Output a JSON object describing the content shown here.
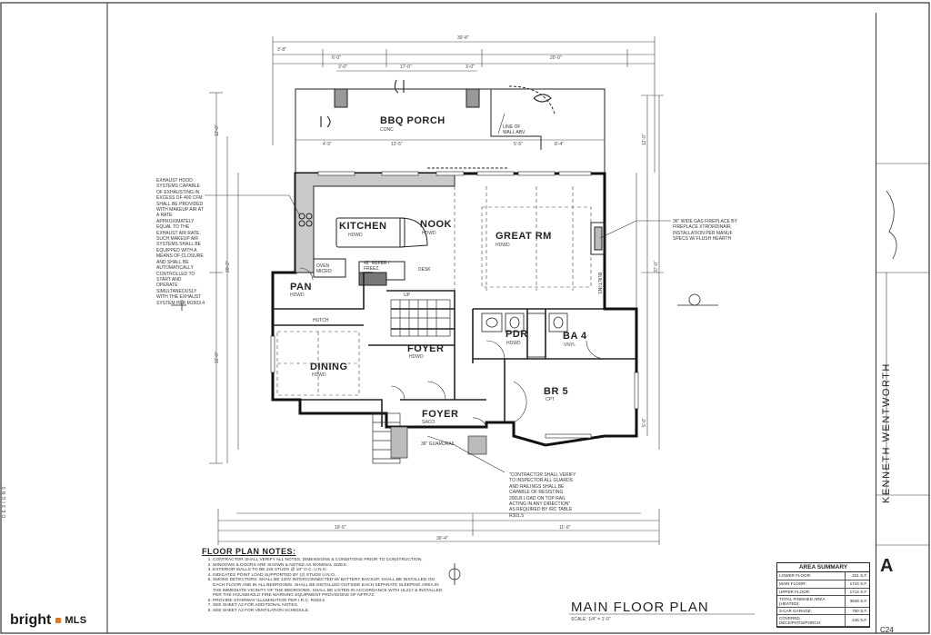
{
  "drawing": {
    "title": "MAIN FLOOR PLAN",
    "scale": "SCALE: 1/4\" = 1'-0\"",
    "designer_vertical": "KENNETH WENTWORTH",
    "side_brand": "DESIGNS",
    "watermark_brand": "bright",
    "watermark_suffix": "MLS",
    "titleblock_label": "A",
    "sheet_code": "C24"
  },
  "rooms": {
    "porch": {
      "name": "BBQ PORCH",
      "sub": "CONC"
    },
    "kitchen": {
      "name": "KITCHEN",
      "sub": "HDWD"
    },
    "nook": {
      "name": "NOOK",
      "sub": "HDWD"
    },
    "great_rm": {
      "name": "GREAT RM",
      "sub": "HDWD"
    },
    "pan": {
      "name": "PAN",
      "sub": "HDWD"
    },
    "pdr": {
      "name": "PDR",
      "sub": "HDWD"
    },
    "ba4": {
      "name": "BA 4",
      "sub": "VNYL"
    },
    "foyer_upper": {
      "name": "FOYER",
      "sub": "HDWD"
    },
    "dining": {
      "name": "DINING",
      "sub": "HDWD"
    },
    "foyer_lower": {
      "name": "FOYER",
      "sub": "SACO"
    },
    "br5": {
      "name": "BR 5",
      "sub": "CPT"
    }
  },
  "dims": {
    "overall_top": "30'-8\"",
    "top_a": "3'-8\"",
    "top_b": "6'-0\"",
    "top_c": "20'-0\"",
    "porch_top": "17'-0\"",
    "porch_l": "3'-0\"",
    "porch_r": "3'-0\"",
    "porch_w1": "4'-5\"",
    "porch_w2": "12'-5\"",
    "porch_w3": "5'-5\"",
    "porch_w4": "8'-4\"",
    "bottom_overall": "30'-4\"",
    "bottom_a": "19'-6\"",
    "bottom_b": "11'-0\"",
    "left_a": "12'-0\"",
    "left_b": "16'-0\"",
    "left_c": "20'-2\"",
    "right_a": "12'-0\"",
    "right_b": "37'-0\"",
    "right_c": "5'-0\""
  },
  "annotations": {
    "exhaust": "EXHAUST HOOD\nSYSTEMS CAPABLE\nOF EXHAUSTING IN\nEXCESS OF 400 CFM\nSHALL BE PROVIDED\nWITH MAKEUP AIR AT\nA RATE\nAPPROXIMATELY\nEQUAL TO THE\nEXHAUST AIR RATE.\nSUCH MAKEUP AIR\nSYSTEMS SHALL BE\nEQUIPPED WITH A\nMEANS OF CLOSURE\nAND SHALL BE\nAUTOMATICALLY\nCONTROLLED TO\nSTART AND\nOPERATE\nSIMULTANEOUSLY\nWITH THE EXHAUST\nSYSTEM PER M1503.4",
    "fireplace": "36\" WIDE GAS FIREPLACE BY\nFIREPLACE XTRORDINAIR.\nINSTALLATION PER MANUF.\nSPECS W/ FLUSH HEARTH",
    "contractor": "\"CONTRACTOR SHALL VERIFY\nTO INSPECTOR ALL GUARDS\nAND RAILINGS SHALL BE\nCAPABLE OF RESISTING\n200LB LOAD ON TOP RAIL\nACTING IN ANY DIRECTION\"\nAS REQUIRED BY IRC TABLE\nR301.5",
    "line_of_wall": "LINE OF\nWALL ABV.",
    "guardrail": "36\" GUARDRAIL",
    "refer": "48\" REFER /\nFREEZ.",
    "oven": "OVEN\nMICRO",
    "desk": "DESK",
    "built_ins": "BUILT-INS",
    "hutch": "HUTCH",
    "up": "UP"
  },
  "notes": {
    "heading": "FLOOR PLAN NOTES:",
    "items": [
      "CONTRACTOR SHALL VERIFY ALL NOTES, DIMENSIONS & CONDITIONS PRIOR TO CONSTRUCTION.",
      "WINDOWS & DOORS ARE SHOWN & NOTED AS NOMINAL SIZES.",
      "EXTERIOR WALLS TO BE 2x6 STUDS @ 16\" O.C. U.N.O.",
      "INDICATES POINT LOAD SUPPORTED BY (2) STUDS U.N.O.",
      "SMOKE DETECTORS: SHALL BE 120V INTERCONNECTED W/ BATTERY BACKUP. SHALL BE INSTALLED ON EACH FLOOR AND IN ALL BEDROOMS. SHALL BE INSTALLED OUTSIDE EACH SEPARATE SLEEPING AREA IN THE IMMEDIATE VICINITY OF THE BEDROOMS. SHALL BE LISTED IN ACCORDANCE WITH UL217 & INSTALLED PER THE HOUSEHOLD FIRE WARNING EQUIPMENT PROVISIONS OF NFPA72.",
      "PROVIDE STAIRWAY ILLUMINATION PER I.R.C. R303.6",
      "SEE SHEET A2 FOR ADDITIONAL NOTES.",
      "SEE SHEET A3 FOR VENTILATION SCHEDULE."
    ]
  },
  "area_summary": {
    "title": "AREA SUMMARY",
    "rows": [
      {
        "label": "LOWER FLOOR:",
        "value": "321 S.F."
      },
      {
        "label": "MAIN FLOOR:",
        "value": "1744 S.F."
      },
      {
        "label": "UPPER FLOOR:",
        "value": "1714 S.F."
      },
      {
        "label": "TOTAL FINISHED AREA (HEATED):",
        "value": "3849 S.F."
      },
      {
        "label": "3-CAR GARAGE:",
        "value": "700 S.F."
      },
      {
        "label": "COVERED DECK/PATIO/PORCH:",
        "value": "245 S.F."
      }
    ]
  }
}
